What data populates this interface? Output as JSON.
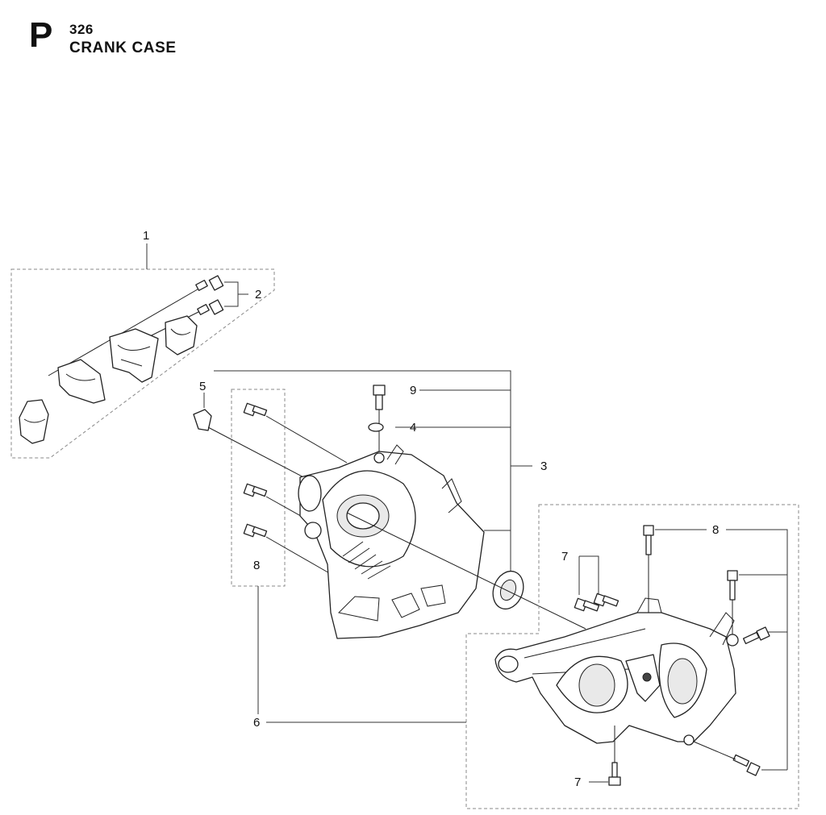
{
  "header": {
    "section_letter": "P",
    "page_number": "326",
    "title": "CRANK CASE"
  },
  "callouts": {
    "c1": "1",
    "c2": "2",
    "c3": "3",
    "c4": "4",
    "c5": "5",
    "c6": "6",
    "c7_top": "7",
    "c7_bottom": "7",
    "c8_left": "8",
    "c8_right": "8",
    "c9": "9"
  }
}
